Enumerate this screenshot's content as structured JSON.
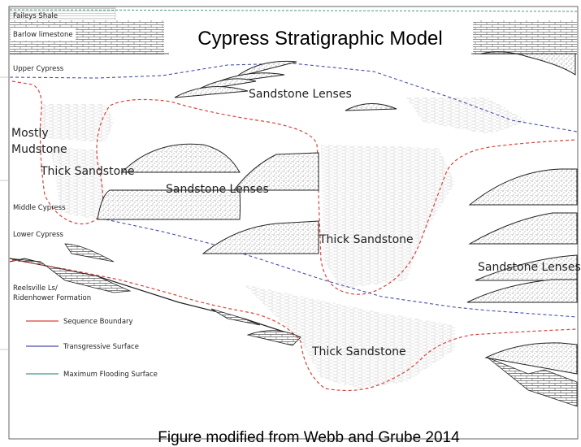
{
  "title": "Cypress Stratigraphic Model",
  "caption": "Figure modified from Webb and Grube 2014",
  "units": {
    "faileys_shale": "Faileys Shale",
    "barlow_limestone": "Barlow limestone",
    "upper_cypress": "Upper Cypress",
    "middle_cypress": "Middle Cypress",
    "lower_cypress": "Lower Cypress",
    "reelsville_line1": "Reelsville Ls/",
    "reelsville_line2": "Ridenhower Formation"
  },
  "labels": {
    "mostly_line1": "Mostly",
    "mostly_line2": "Mudstone",
    "thick_sandstone_1": "Thick Sandstone",
    "sandstone_lenses_1": "Sandstone Lenses",
    "sandstone_lenses_2": "Sandstone Lenses",
    "thick_sandstone_2": "Thick Sandstone",
    "sandstone_lenses_3": "Sandstone Lenses",
    "thick_sandstone_3": "Thick Sandstone"
  },
  "legend": [
    {
      "label": "Sequence Boundary",
      "color": "#d9433a"
    },
    {
      "label": "Transgressive Surface",
      "color": "#4a4fa8"
    },
    {
      "label": "Maximum Flooding Surface",
      "color": "#3f9a86"
    }
  ],
  "colors": {
    "sequence_boundary": "#d9433a",
    "transgressive_surface": "#4a4fa8",
    "max_flooding_surface": "#3f9a86"
  }
}
